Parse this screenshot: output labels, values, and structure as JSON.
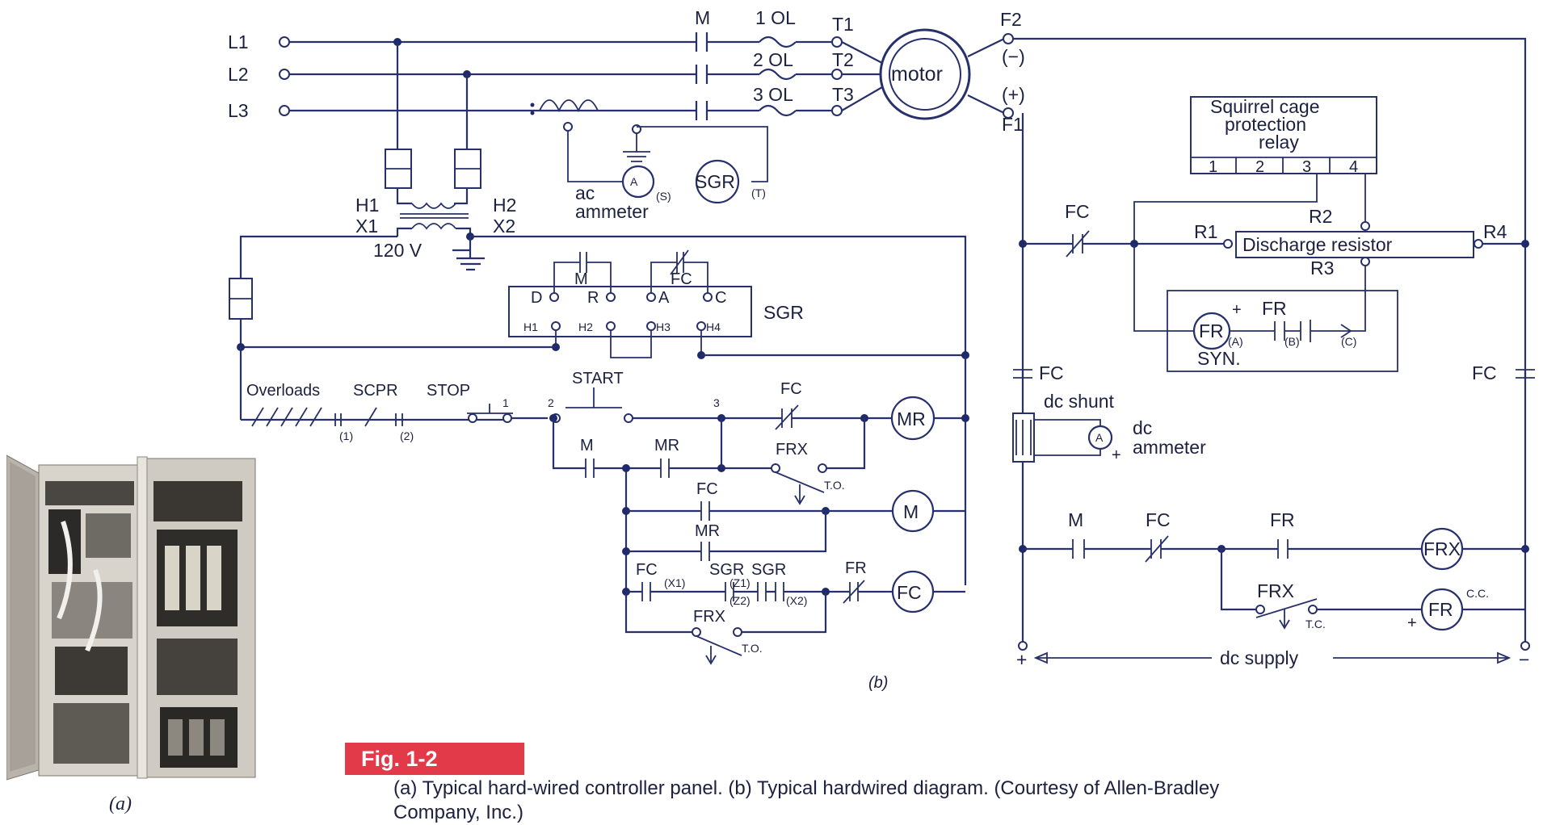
{
  "figure": {
    "tag": "Fig. 1-2",
    "caption": "(a) Typical hard-wired controller panel. (b) Typical hardwired diagram. (Courtesy of Allen-Bradley Company, Inc.)",
    "panel_a_label": "(a)",
    "panel_b_label": "(b)"
  },
  "supply_lines": [
    "L1",
    "L2",
    "L3"
  ],
  "motor_circuit": {
    "main_contact": "M",
    "overloads": [
      "1 OL",
      "2 OL",
      "3 OL"
    ],
    "motor_terminals": [
      "T1",
      "T2",
      "T3"
    ],
    "motor_label": "motor",
    "field_terminals": [
      "F2",
      "F1"
    ],
    "field_polarity": [
      "(−)",
      "(+)"
    ]
  },
  "instruments": {
    "ammeter_label": [
      "ac",
      "ammeter"
    ],
    "ammeter_symbol": "A",
    "sgr_coil": "SGR",
    "ct_marks": [
      "(S)",
      "(T)"
    ]
  },
  "transformer": {
    "primary": [
      "H1",
      "H2"
    ],
    "secondary": [
      "X1",
      "X2"
    ],
    "voltage": "120 V"
  },
  "sgr_relay": {
    "name": "SGR",
    "top_contacts": [
      "M",
      "FC"
    ],
    "top_terminals": [
      "D",
      "R",
      "A",
      "C"
    ],
    "bottom_terminals": [
      "H1",
      "H2",
      "H3",
      "H4"
    ]
  },
  "control_circuit": {
    "rung1_labels": [
      "Overloads",
      "SCPR",
      "STOP",
      "START",
      "FC"
    ],
    "wire_numbers": [
      "1",
      "2",
      "3"
    ],
    "sub_marks": [
      "(1)",
      "(2)"
    ],
    "contacts": [
      "M",
      "MR",
      "FRX",
      "FC",
      "MR",
      "FC",
      "SGR",
      "SGR",
      "FR",
      "FRX"
    ],
    "contact_marks": [
      "(X1)",
      "(Z1)",
      "(Z2)",
      "(X2)"
    ],
    "timed_marks": [
      "T.O.",
      "T.O."
    ],
    "coils": [
      "MR",
      "M",
      "FC"
    ]
  },
  "dc_field_circuit": {
    "relay_title": [
      "Squirrel cage",
      "protection",
      "relay"
    ],
    "relay_terminals": [
      "1",
      "2",
      "3",
      "4"
    ],
    "discharge_resistor": "Discharge resistor",
    "resistor_terminals": [
      "R1",
      "R2",
      "R3",
      "R4"
    ],
    "fc_contacts": [
      "FC",
      "FC",
      "FC"
    ],
    "syn_block": {
      "coil": "FR",
      "contact": "FR",
      "label": "SYN.",
      "marks": [
        "(A)",
        "(B)",
        "(C)"
      ],
      "plus": "+"
    },
    "shunt_label": "dc shunt",
    "dc_ammeter": [
      "dc",
      "ammeter"
    ],
    "bottom_contacts": [
      "M",
      "FC",
      "FR",
      "FRX"
    ],
    "bottom_coils": [
      "FRX",
      "FR"
    ],
    "marks": [
      "T.C.",
      "C.C.",
      "+"
    ],
    "supply_label": "dc supply",
    "supply_polarity": [
      "+",
      "−"
    ]
  },
  "colors": {
    "wire": "#27306a",
    "text": "#1c2140",
    "fig_tag_bg": "#e23a49",
    "cabinet": "#c9c4bc"
  },
  "icons": [
    "controller-panel-photo",
    "motor-icon",
    "fuse-icon",
    "coil-icon",
    "arrow-icon"
  ]
}
